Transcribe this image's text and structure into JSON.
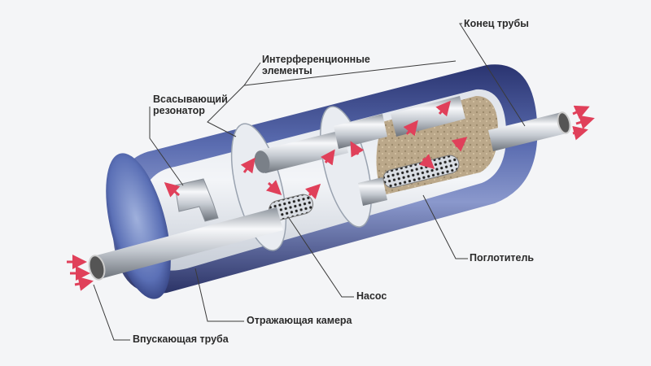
{
  "labels": {
    "pipe_end": "Конец трубы",
    "interference_l1": "Интерференционные",
    "interference_l2": "элементы",
    "resonator_l1": "Всасывающий",
    "resonator_l2": "резонатор",
    "absorber": "Поглотитель",
    "pump": "Насос",
    "reflect_chamber": "Отражающая камера",
    "inlet_pipe": "Впускающая труба"
  },
  "colors": {
    "background": "#f4f5f7",
    "shell": "#3c4a8c",
    "arrows": "#e0405a",
    "leader_lines": "#3a3a3a",
    "absorber_fill": "#bba88a"
  }
}
